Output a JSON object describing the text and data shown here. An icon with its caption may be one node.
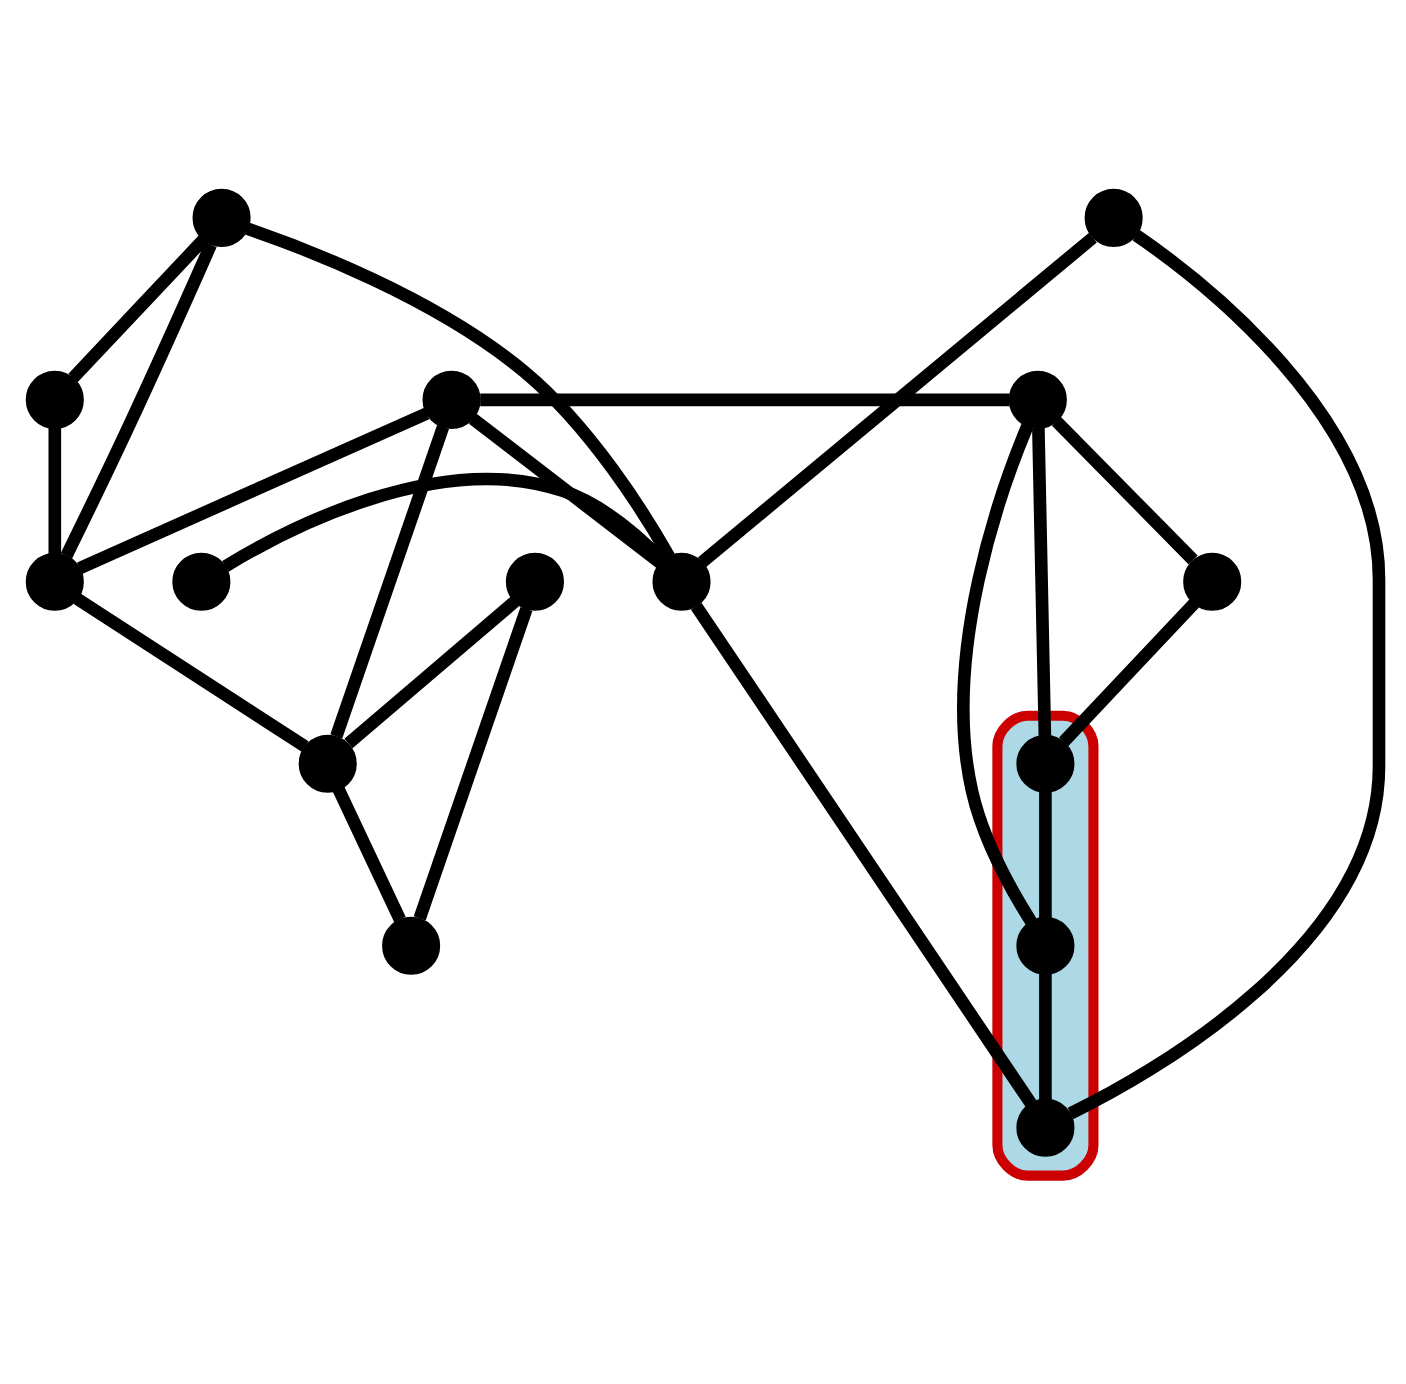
{
  "diagram": {
    "nodes": [
      {
        "text": [],
        "shape": "circle"
      },
      {
        "text": [],
        "shape": "circle"
      },
      {
        "text": [],
        "shape": "circle"
      },
      {
        "text": [],
        "shape": "circle"
      },
      {
        "text": [],
        "shape": "circle"
      },
      {
        "text": [],
        "shape": "circle"
      },
      {
        "text": [],
        "shape": "circle"
      },
      {
        "text": [],
        "shape": "circle"
      },
      {
        "text": [],
        "shape": "circle"
      },
      {
        "text": [],
        "shape": "circle"
      },
      {
        "text": [],
        "shape": "circle"
      },
      {
        "text": [],
        "shape": "circle"
      },
      {
        "text": [],
        "shape": "ellipse"
      },
      {
        "text": [],
        "shape": "circle",
        "in": 12
      },
      {
        "text": [],
        "shape": "circle",
        "in": 12
      },
      {
        "text": [],
        "shape": "circle",
        "in": 12
      }
    ],
    "edges": [
      {
        "from": 0,
        "to": 5,
        "arrow": "none"
      },
      {
        "from": 1,
        "to": 5,
        "arrow": "none"
      },
      {
        "from": 2,
        "to": 5,
        "arrow": "none"
      },
      {
        "from": 4,
        "to": 5,
        "arrow": "none"
      },
      {
        "from": 2,
        "to": 6,
        "arrow": "none"
      },
      {
        "from": 6,
        "to": 7,
        "arrow": "none"
      },
      {
        "from": 0,
        "to": 8,
        "arrow": "none"
      },
      {
        "from": 0,
        "to": 9,
        "arrow": "none"
      },
      {
        "from": 8,
        "to": 9,
        "arrow": "none"
      },
      {
        "from": 2,
        "to": 9,
        "arrow": "none"
      },
      {
        "from": 2,
        "to": 10,
        "arrow": "none"
      },
      {
        "from": 9,
        "to": 10,
        "arrow": "none"
      },
      {
        "from": 3,
        "to": 10,
        "arrow": "none"
      },
      {
        "from": 3,
        "to": 11,
        "arrow": "none"
      },
      {
        "from": 10,
        "to": 11,
        "arrow": "none"
      },
      {
        "from": 4,
        "to": 15,
        "arrow": "none"
      },
      {
        "from": 5,
        "to": 15,
        "arrow": "none"
      },
      {
        "from": 6,
        "to": 14,
        "arrow": "none"
      },
      {
        "from": 6,
        "to": 13,
        "arrow": "none"
      },
      {
        "from": 7,
        "to": 13,
        "arrow": "none"
      },
      {
        "from": 13,
        "to": 14,
        "arrow": "none"
      },
      {
        "from": 14,
        "to": 15,
        "arrow": "none"
      }
    ]
  }
}
